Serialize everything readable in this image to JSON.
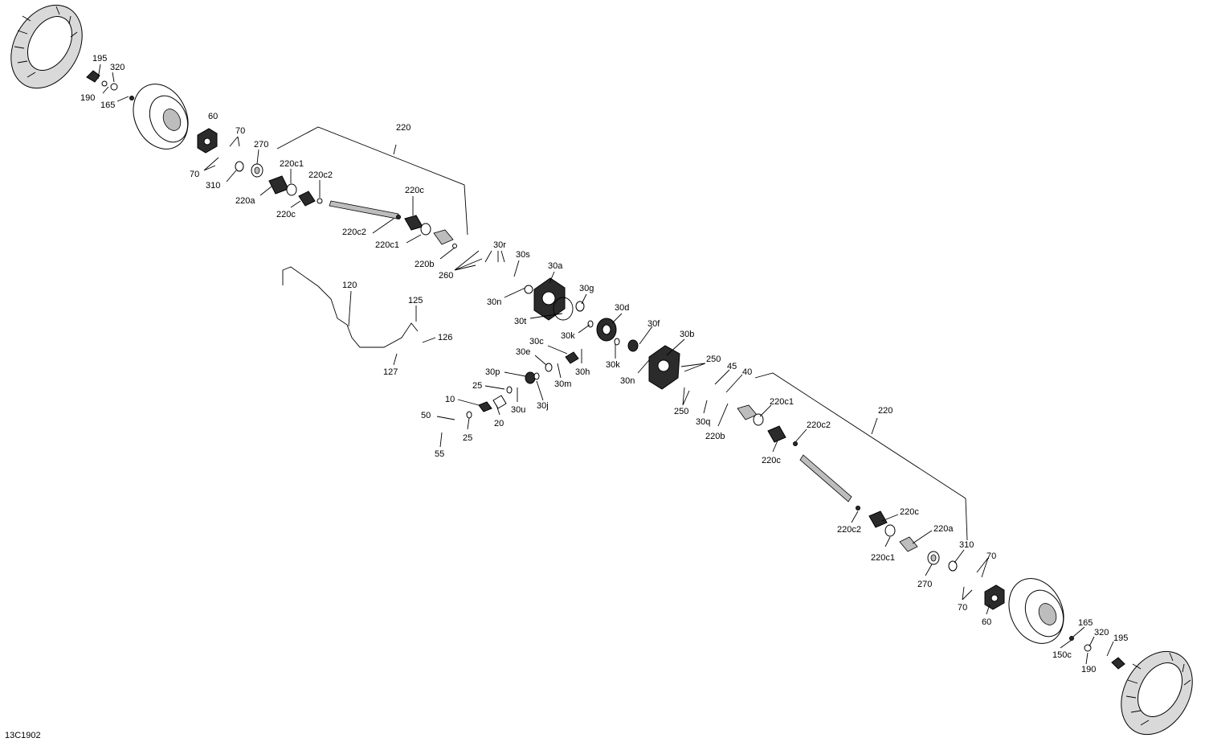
{
  "drawing_code": "13C1902",
  "callouts": [
    {
      "id": "c195a",
      "text": "195"
    },
    {
      "id": "c320a",
      "text": "320"
    },
    {
      "id": "c190a",
      "text": "190"
    },
    {
      "id": "c165a",
      "text": "165"
    },
    {
      "id": "c60a",
      "text": "60"
    },
    {
      "id": "c70a",
      "text": "70"
    },
    {
      "id": "c70b",
      "text": "70"
    },
    {
      "id": "c270a",
      "text": "270"
    },
    {
      "id": "c310a",
      "text": "310"
    },
    {
      "id": "c220c1a",
      "text": "220c1"
    },
    {
      "id": "c220c2a",
      "text": "220c2"
    },
    {
      "id": "c220aa",
      "text": "220a"
    },
    {
      "id": "c220ca",
      "text": "220c"
    },
    {
      "id": "c220a",
      "text": "220"
    },
    {
      "id": "c220cb",
      "text": "220c"
    },
    {
      "id": "c220c2b",
      "text": "220c2"
    },
    {
      "id": "c220c1b",
      "text": "220c1"
    },
    {
      "id": "c220ba",
      "text": "220b"
    },
    {
      "id": "c30r",
      "text": "30r"
    },
    {
      "id": "c260",
      "text": "260"
    },
    {
      "id": "c30s",
      "text": "30s"
    },
    {
      "id": "c30a",
      "text": "30a"
    },
    {
      "id": "c30na",
      "text": "30n"
    },
    {
      "id": "c30g",
      "text": "30g"
    },
    {
      "id": "c30t",
      "text": "30t"
    },
    {
      "id": "c30d",
      "text": "30d"
    },
    {
      "id": "c30ka",
      "text": "30k"
    },
    {
      "id": "c30f",
      "text": "30f"
    },
    {
      "id": "c30kb",
      "text": "30k"
    },
    {
      "id": "c30b",
      "text": "30b"
    },
    {
      "id": "c30nb",
      "text": "30n"
    },
    {
      "id": "c120",
      "text": "120"
    },
    {
      "id": "c125",
      "text": "125"
    },
    {
      "id": "c126",
      "text": "126"
    },
    {
      "id": "c127",
      "text": "127"
    },
    {
      "id": "c30c",
      "text": "30c"
    },
    {
      "id": "c30e",
      "text": "30e"
    },
    {
      "id": "c30h",
      "text": "30h"
    },
    {
      "id": "c30p",
      "text": "30p"
    },
    {
      "id": "c30m",
      "text": "30m"
    },
    {
      "id": "c25a",
      "text": "25"
    },
    {
      "id": "c30u",
      "text": "30u"
    },
    {
      "id": "c30j",
      "text": "30j"
    },
    {
      "id": "c10",
      "text": "10"
    },
    {
      "id": "c20",
      "text": "20"
    },
    {
      "id": "c50",
      "text": "50"
    },
    {
      "id": "c25b",
      "text": "25"
    },
    {
      "id": "c55",
      "text": "55"
    },
    {
      "id": "c250a",
      "text": "250"
    },
    {
      "id": "c45",
      "text": "45"
    },
    {
      "id": "c40",
      "text": "40"
    },
    {
      "id": "c250b",
      "text": "250"
    },
    {
      "id": "c30q",
      "text": "30q"
    },
    {
      "id": "c220bb",
      "text": "220b"
    },
    {
      "id": "c220c1c",
      "text": "220c1"
    },
    {
      "id": "c220b",
      "text": "220"
    },
    {
      "id": "c220c2c",
      "text": "220c2"
    },
    {
      "id": "c220cc",
      "text": "220c"
    },
    {
      "id": "c220cd",
      "text": "220c"
    },
    {
      "id": "c220ab",
      "text": "220a"
    },
    {
      "id": "c220c2d",
      "text": "220c2"
    },
    {
      "id": "c220c1d",
      "text": "220c1"
    },
    {
      "id": "c310b",
      "text": "310"
    },
    {
      "id": "c70c",
      "text": "70"
    },
    {
      "id": "c270b",
      "text": "270"
    },
    {
      "id": "c70d",
      "text": "70"
    },
    {
      "id": "c60b",
      "text": "60"
    },
    {
      "id": "c165b",
      "text": "165"
    },
    {
      "id": "c320b",
      "text": "320"
    },
    {
      "id": "c195b",
      "text": "195"
    },
    {
      "id": "c150c",
      "text": "150c"
    },
    {
      "id": "c190b",
      "text": "190"
    }
  ]
}
